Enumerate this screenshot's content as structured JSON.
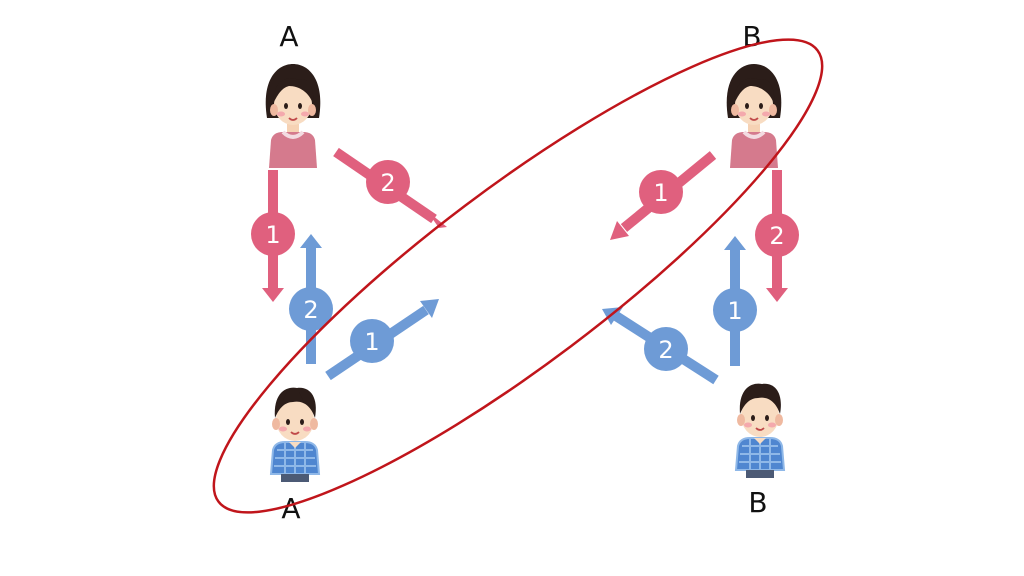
{
  "labels": {
    "top_left": "A",
    "top_right": "B",
    "bottom_left": "A",
    "bottom_right": "B"
  },
  "arrow_numbers": {
    "pink_tl_down": "1",
    "pink_tl_diag": "2",
    "blue_bl_up": "2",
    "blue_bl_diag": "1",
    "pink_tr_diag": "1",
    "pink_tr_down": "2",
    "blue_br_up": "1",
    "blue_br_diag": "2"
  },
  "colors": {
    "pink": "#e0607e",
    "blue": "#6e9bd6",
    "ellipse": "#c0151b",
    "text": "#111111"
  },
  "icons": {
    "girl": "girl-icon",
    "boy": "boy-icon"
  }
}
